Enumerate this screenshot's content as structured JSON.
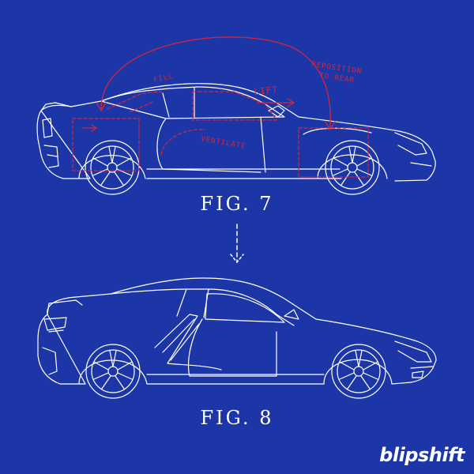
{
  "figures": {
    "top_label": "FIG. 7",
    "bottom_label": "FIG. 8"
  },
  "annotations": {
    "fill": "FILL",
    "lift": "LIFT",
    "reposition_line1": "REPOSITION",
    "reposition_line2": "TO REAR",
    "ventilate": "VENTILATE"
  },
  "brand": {
    "logo_text": "blipshift"
  },
  "colors": {
    "background": "#1c36a8",
    "line": "#ffffff",
    "markup": "#d3263a"
  },
  "icons": {
    "transition_arrow": "dashed-down-arrow-icon"
  }
}
